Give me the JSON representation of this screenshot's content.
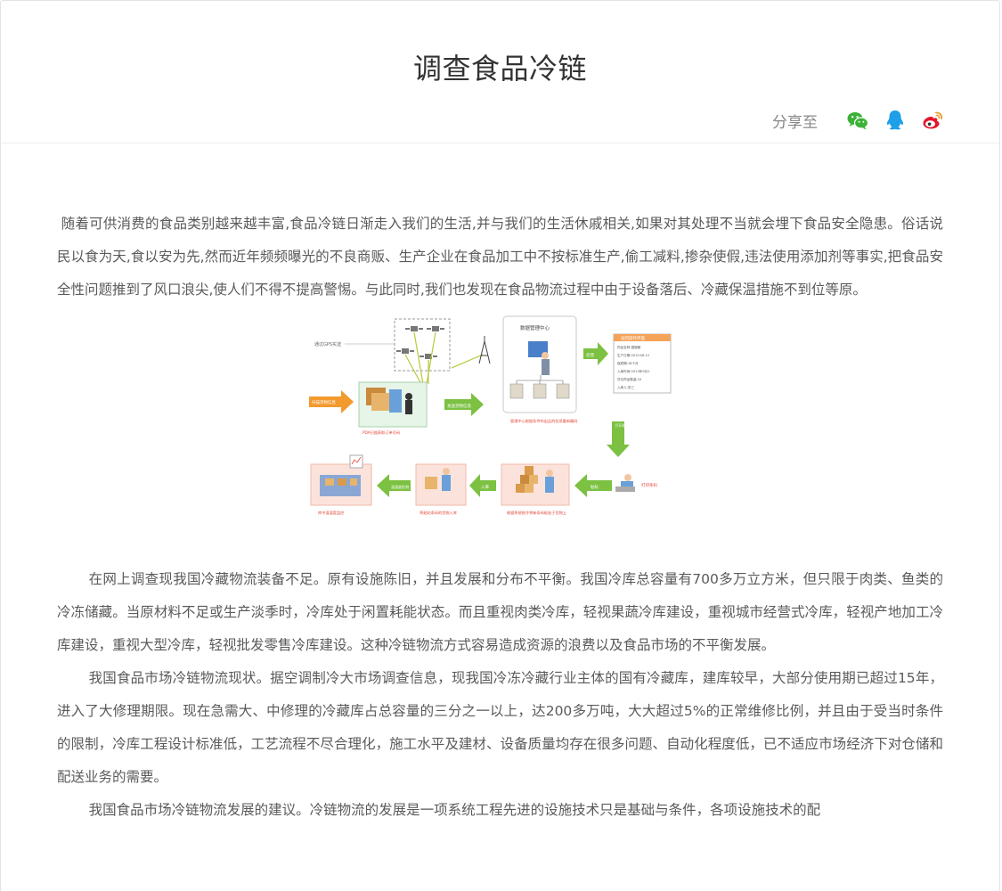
{
  "article": {
    "title": "调查食品冷链",
    "share_label": "分享至",
    "share_icons": [
      "wechat-icon",
      "qq-icon",
      "weibo-icon"
    ],
    "paragraphs": [
      "随着可供消费的食品类别越来越丰富,食品冷链日渐走入我们的生活,并与我们的生活休戚相关,如果对其处理不当就会埋下食品安全隐患。俗话说民以食为天,食以安为先,然而近年频频曝光的不良商贩、生产企业在食品加工中不按标准生产,偷工减料,掺杂使假,违法使用添加剂等事实,把食品安全性问题推到了风口浪尖,使人们不得不提高警惕。与此同时,我们也发现在食品物流过程中由于设备落后、冷藏保温措施不到位等原。",
      "在网上调查现我国冷藏物流装备不足。原有设施陈旧，并且发展和分布不平衡。我国冷库总容量有700多万立方米，但只限于肉类、鱼类的冷冻储藏。当原材料不足或生产淡季时，冷库处于闲置耗能状态。而且重视肉类冷库，轻视果蔬冷库建设，重视城市经营式冷库，轻视产地加工冷库建设，重视大型冷库，轻视批发零售冷库建设。这种冷链物流方式容易造成资源的浪费以及食品市场的不平衡发展。",
      "我国食品市场冷链物流现状。据空调制冷大市场调查信息，现我国冷冻冷藏行业主体的国有冷藏库，建库较早，大部分使用期已超过15年，进入了大修理期限。现在急需大、中修理的冷藏库占总容量的三分之一以上，达200多万吨，大大超过5%的正常维修比例，并且由于受当时条件的限制，冷库工程设计标准低，工艺流程不尽合理化，施工水平及建材、设备质量均存在很多问题、自动化程度低，已不适应市场经济下对仓储和配送业务的需要。",
      "我国食品市场冷链物流发展的建议。冷链物流的发展是一项系统工程先进的设施技术只是基础与条件，各项设施技术的配"
    ]
  },
  "diagram": {
    "labels": {
      "gps": "通过GPS实送",
      "scan_info": "扫描货物信息",
      "pda": "PDA扫描获取订单号码",
      "send_info": "发送货物信息",
      "data_center": "数据管理中心",
      "center_caption": "管理中心根据条件的出品的信息重新编码",
      "feedback": "反馈",
      "info_title": "返回操作界面",
      "info_rows": [
        "药品名称:银翘散",
        "生产日期:2010.08.12",
        "保质期:18个月",
        "入库时间:2013年9月1",
        "货位药品数量:10",
        "入库人:张三"
      ],
      "print_tag": "打印条码",
      "print_code": "打印条码",
      "label": "贴标",
      "label_caption": "根据系统指令将新条码粘贴于货物上",
      "inbound": "入库",
      "inbound_caption": "将粘贴条码的货物入库",
      "monitor": "温湿度检测",
      "warehouse_caption": "库中温湿度监控"
    },
    "colors": {
      "orange_arrow": "#f39a2e",
      "green_arrow": "#7cc142",
      "panel_bg": "#fbe3dc",
      "panel_border": "#f2b8a8",
      "center_border": "#c9c9c9",
      "info_header": "#f6a35a",
      "caption_red": "#e2483a"
    }
  }
}
